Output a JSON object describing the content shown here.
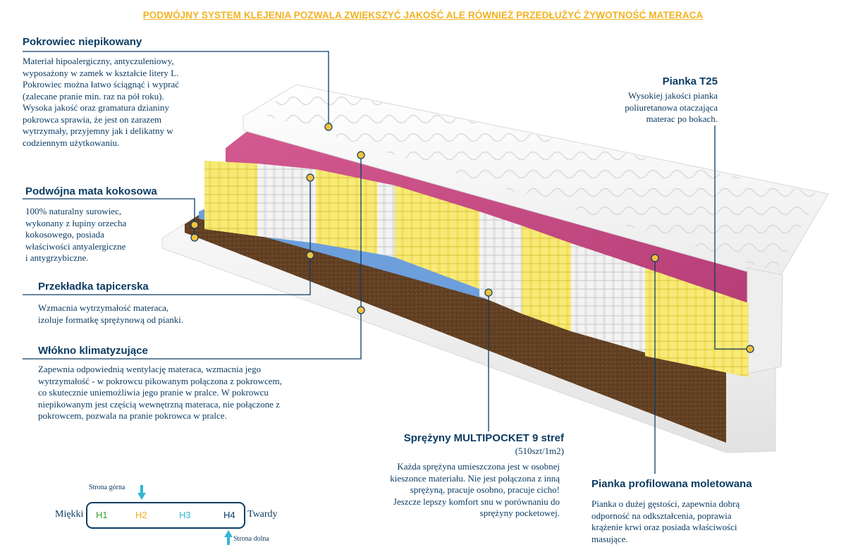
{
  "banner": "PODWÓJNY SYSTEM KLEJENIA POZWALA ZWIĘKSZYĆ JAKOŚĆ ALE RÓWNIEŻ PRZEDŁUŻYĆ ŻYWOTNOŚĆ MATERACA",
  "cover": {
    "title": "Pokrowiec  niepikowany",
    "lines": [
      "Materiał hipoalergiczny, antyczuleniowy,",
      "wyposażony w zamek w kształcie litery L.",
      "Pokrowiec można łatwo ściągnąć i wyprać",
      "(zalecane pranie min.  raz na pół roku).",
      "Wysoka jakość oraz gramatura dzianiny",
      "pokrowca sprawia, że jest on zarazem",
      "wytrzymały, przyjemny jak i delikatny w",
      "codziennym użytkowaniu."
    ]
  },
  "coconut": {
    "title": "Podwójna mata kokosowa",
    "lines": [
      "100% naturalny surowiec,",
      "wykonany z łupiny orzecha",
      "kokosowego, posiada",
      "właściwości antyalergiczne",
      "i antygrzybiczne."
    ]
  },
  "upholstery": {
    "title": "Przekładka tapicerska",
    "lines": [
      "Wzmacnia wytrzymałość materaca,",
      "izoluje formatkę sprężynową od pianki."
    ]
  },
  "fiber": {
    "title": "Włókno klimatyzujące",
    "lines": [
      "Zapewnia odpowiednią wentylację materaca, wzmacnia jego",
      "wytrzymałość - w pokrowcu pikowanym połączona z pokrowcem,",
      "co skutecznie uniemożliwia jego pranie w pralce. W pokrowcu",
      "niepikowanym jest częścią wewnętrzną materaca, nie połączone z",
      "pokrowcem, pozwala na pranie pokrowca w pralce."
    ]
  },
  "foam_t25": {
    "title": "Pianka T25",
    "lines": [
      "Wysokiej jakości pianka",
      "poliuretanowa otaczająca",
      "materac po bokach."
    ]
  },
  "springs": {
    "title": "Sprężyny MULTIPOCKET 9 stref",
    "subtitle": "(510szt/1m2)",
    "lines": [
      "Każda sprężyna umieszczona jest w osobnej",
      "kieszonce materiału. Nie jest połączona z inną",
      "sprężyną, pracuje osobno, pracuje cicho!",
      "Jeszcze lepszy komfort snu w porównaniu do",
      "sprężyny pocketowej."
    ]
  },
  "profiled_foam": {
    "title": "Pianka profilowana moletowana",
    "lines": [
      "Pianka o dużej gęstości, zapewnia dobrą",
      "odporność na odkształcenia, poprawia",
      "krążenie krwi oraz posiada właściwości",
      "masujące."
    ]
  },
  "firmness": {
    "top_label": "Strona górna",
    "bottom_label": "Strona dolna",
    "soft": "Miękki",
    "hard": "Twardy",
    "levels": [
      {
        "label": "H1",
        "color": "#3aa335"
      },
      {
        "label": "H2",
        "color": "#f2b21f"
      },
      {
        "label": "H3",
        "color": "#35b6d4"
      },
      {
        "label": "H4",
        "color": "#0c3c63"
      }
    ],
    "arrow_color": "#35b6d4"
  },
  "colors": {
    "accent": "#f2b21f",
    "navy": "#0c3c63",
    "pink_foam": "#c94f86",
    "blue_fiber": "#6d9fdc",
    "coconut": "#5a3a1f"
  }
}
